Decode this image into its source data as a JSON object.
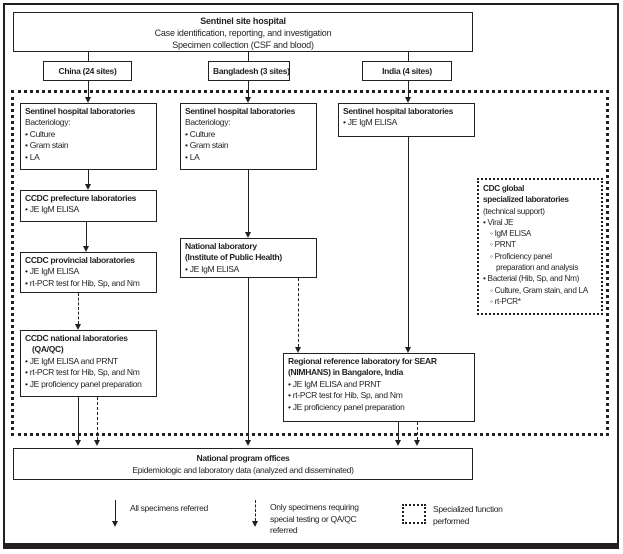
{
  "colors": {
    "ink": "#231f20",
    "background": "#ffffff"
  },
  "top": {
    "sentinel_hospital": {
      "title": "Sentinel site hospital",
      "subtitle1": "Case identification, reporting, and investigation",
      "subtitle2": "Specimen collection (CSF and blood)"
    },
    "country_china": "China (24 sites)",
    "country_bangladesh": "Bangladesh (3 sites)",
    "country_india": "India (4 sites)"
  },
  "china": {
    "sentinel_labs": {
      "title": "Sentinel hospital laboratories",
      "lines": [
        "Bacteriology:",
        "• Culture",
        "• Gram stain",
        "• LA"
      ]
    },
    "prefecture_labs": {
      "title": "CCDC prefecture laboratories",
      "lines": [
        "• JE IgM ELISA"
      ]
    },
    "provincial_labs": {
      "title": "CCDC provincial laboratories",
      "lines": [
        "• JE IgM ELISA",
        "• rt-PCR test for Hib, Sp, and Nm"
      ]
    },
    "national_labs": {
      "title": "CCDC national laboratories",
      "title2": "(QA/QC)",
      "lines": [
        "• JE IgM ELISA and PRNT",
        "• rt-PCR test for Hib, Sp, and Nm",
        "• JE proficiency panel preparation"
      ]
    }
  },
  "bangladesh": {
    "sentinel_labs": {
      "title": "Sentinel hospital laboratories",
      "lines": [
        "Bacteriology:",
        "• Culture",
        "• Gram stain",
        "• LA"
      ]
    },
    "national_lab": {
      "title": "National laboratory",
      "title2": "(Institute of Public Health)",
      "lines": [
        "• JE IgM ELISA"
      ]
    }
  },
  "india": {
    "sentinel_labs": {
      "title": "Sentinel hospital laboratories",
      "lines": [
        "• JE IgM ELISA"
      ]
    }
  },
  "cdc_global": {
    "title1": "CDC global",
    "title2": "specialized laboratories",
    "subtitle": "(technical support)",
    "lines": [
      "• Viral JE",
      "◦ IgM ELISA",
      "◦ PRNT",
      "◦ Proficiency panel",
      "preparation and analysis",
      "• Bacterial (Hib, Sp, and Nm)",
      "◦ Culture, Gram stain, and LA",
      "◦ rt-PCR*"
    ]
  },
  "regional_reference": {
    "title1": "Regional reference laboratory for SEAR",
    "title2": "(NIMHANS) in Bangalore, India",
    "lines": [
      "• JE IgM ELISA and PRNT",
      "• rt-PCR test for Hib, Sp, and Nm",
      "• JE proficiency panel preparation"
    ]
  },
  "program_offices": {
    "title": "National program offices",
    "subtitle": "Epidemiologic and laboratory data (analyzed and disseminated)"
  },
  "legend": {
    "solid_arrow": "All specimens referred",
    "dashed_arrow_line1": "Only specimens requiring",
    "dashed_arrow_line2": "special testing or QA/QC",
    "dashed_arrow_line3": "referred",
    "dotted_box_line1": "Specialized function",
    "dotted_box_line2": "performed"
  }
}
